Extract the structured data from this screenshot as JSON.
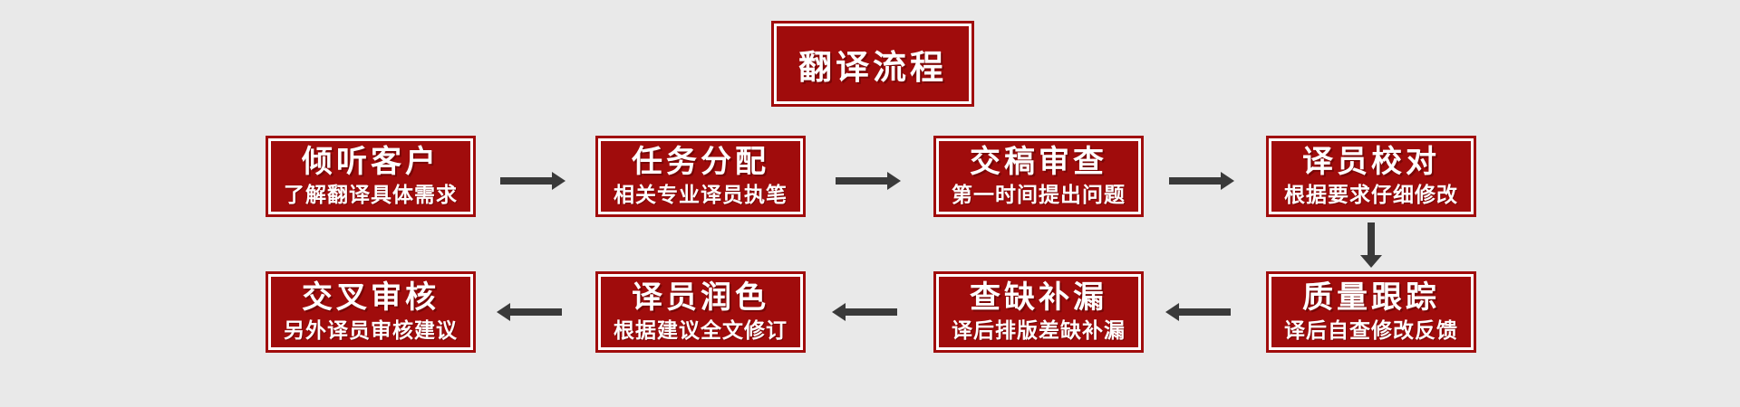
{
  "colors": {
    "background": "#e9e9e9",
    "box_red": "#a00c0c",
    "border_white": "#ffffff",
    "text_white": "#ffffff",
    "arrow_gray": "#3a3a3a"
  },
  "header": {
    "title": "翻译流程"
  },
  "steps": [
    {
      "title": "倾听客户",
      "subtitle": "了解翻译具体需求"
    },
    {
      "title": "任务分配",
      "subtitle": "相关专业译员执笔"
    },
    {
      "title": "交稿审查",
      "subtitle": "第一时间提出问题"
    },
    {
      "title": "译员校对",
      "subtitle": "根据要求仔细修改"
    },
    {
      "title": "质量跟踪",
      "subtitle": "译后自查修改反馈"
    },
    {
      "title": "查缺补漏",
      "subtitle": "译后排版差缺补漏"
    },
    {
      "title": "译员润色",
      "subtitle": "根据建议全文修订"
    },
    {
      "title": "交叉审核",
      "subtitle": "另外译员审核建议"
    }
  ],
  "flow": {
    "row1_direction": "left-to-right",
    "row2_direction": "right-to-left",
    "arrows": [
      {
        "from": "倾听客户",
        "to": "任务分配",
        "direction": "right"
      },
      {
        "from": "任务分配",
        "to": "交稿审查",
        "direction": "right"
      },
      {
        "from": "交稿审查",
        "to": "译员校对",
        "direction": "right"
      },
      {
        "from": "译员校对",
        "to": "质量跟踪",
        "direction": "down"
      },
      {
        "from": "质量跟踪",
        "to": "查缺补漏",
        "direction": "left"
      },
      {
        "from": "查缺补漏",
        "to": "译员润色",
        "direction": "left"
      },
      {
        "from": "译员润色",
        "to": "交叉审核",
        "direction": "left"
      }
    ]
  }
}
